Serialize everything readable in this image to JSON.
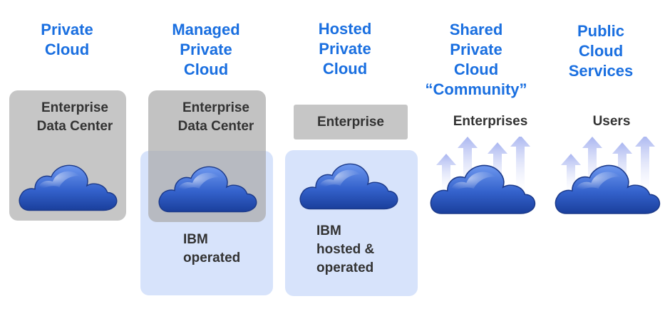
{
  "columns": [
    {
      "title": [
        "Private",
        "Cloud"
      ],
      "labels": [
        "Enterprise",
        "Data Center"
      ]
    },
    {
      "title": [
        "Managed",
        "Private",
        "Cloud"
      ],
      "labels": [
        "Enterprise",
        "Data Center"
      ],
      "operated": [
        "IBM",
        "operated"
      ]
    },
    {
      "title": [
        "Hosted",
        "Private",
        "Cloud"
      ],
      "labels": [
        "Enterprise"
      ],
      "operated": [
        "IBM",
        "hosted &",
        "operated"
      ]
    },
    {
      "title": [
        "Shared",
        "Private",
        "Cloud",
        "“Community”"
      ],
      "labels": [
        "Enterprises"
      ]
    },
    {
      "title": [
        "Public",
        "Cloud",
        "Services"
      ],
      "labels": [
        "Users"
      ]
    }
  ],
  "colors": {
    "title": "#1a6fe0",
    "text": "#333333",
    "enterprise_box": "#c6c6c6",
    "ibm_box": "#d7e3fb",
    "cloud_dark": "#1a3f9c",
    "cloud_light": "#5a88e6"
  },
  "icons": [
    "cloud-icon",
    "upload-arrows-icon"
  ]
}
